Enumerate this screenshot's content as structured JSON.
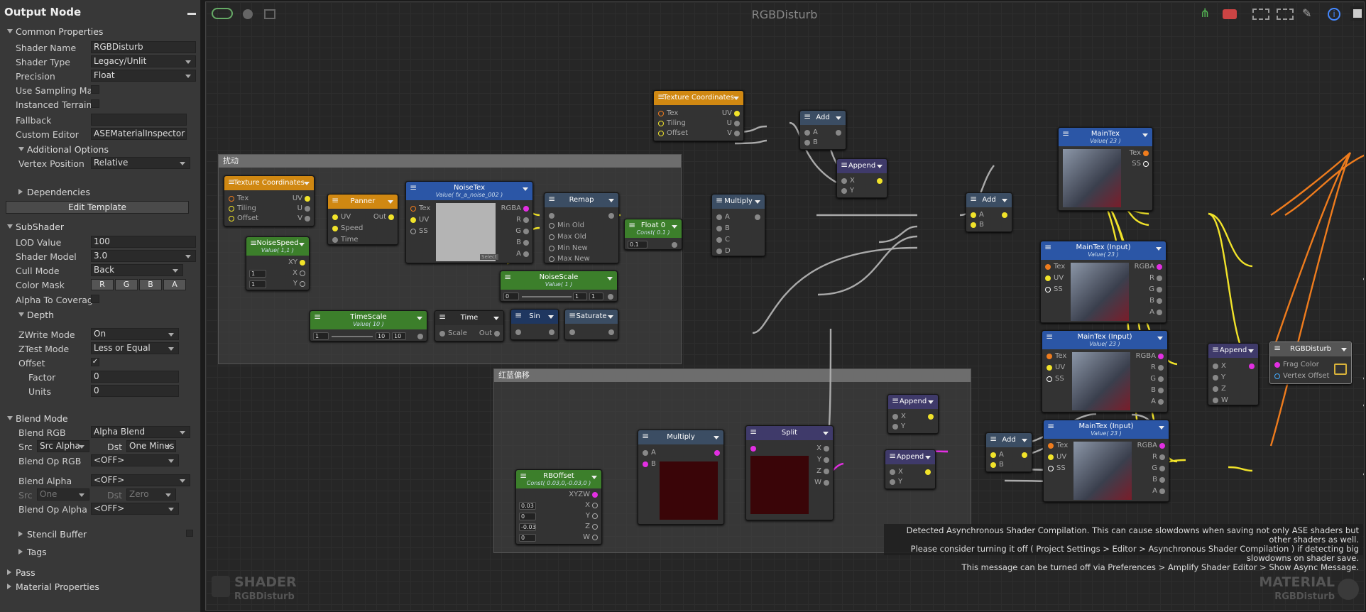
{
  "panel": {
    "title": "Output Node",
    "common": "Common Properties",
    "shader_name_l": "Shader Name",
    "shader_name": "RGBDisturb",
    "shader_type_l": "Shader Type",
    "shader_type": "Legacy/Unlit",
    "precision_l": "Precision",
    "precision": "Float",
    "sampling_l": "Use Sampling Mac",
    "instanced_l": "Instanced Terrain",
    "fallback_l": "Fallback",
    "custom_editor_l": "Custom Editor",
    "custom_editor": "ASEMaterialInspector",
    "additional": "Additional Options",
    "vertex_pos_l": "Vertex Position",
    "vertex_pos": "Relative",
    "dependencies": "Dependencies",
    "edit_template": "Edit Template",
    "subshader": "SubShader",
    "lod_l": "LOD Value",
    "lod": "100",
    "shader_model_l": "Shader Model",
    "shader_model": "3.0",
    "cull_l": "Cull Mode",
    "cull": "Back",
    "colormask_l": "Color Mask",
    "cm": [
      "R",
      "G",
      "B",
      "A"
    ],
    "alpha_cov_l": "Alpha To Coverage",
    "depth": "Depth",
    "zwrite_l": "ZWrite Mode",
    "zwrite": "On",
    "ztest_l": "ZTest Mode",
    "ztest": "Less or Equal",
    "offset_l": "Offset",
    "offset_check": "✓",
    "factor_l": "Factor",
    "factor": "0",
    "units_l": "Units",
    "units": "0",
    "blend_mode": "Blend Mode",
    "blend_rgb_l": "Blend RGB",
    "blend_rgb": "Alpha Blend",
    "src_l": "Src",
    "src": "Src Alpha",
    "dst_l": "Dst",
    "dst": "One Minus",
    "blend_op_rgb_l": "Blend Op RGB",
    "blend_op_rgb": "<OFF>",
    "blend_alpha_l": "Blend Alpha",
    "blend_alpha": "<OFF>",
    "src2": "One",
    "dst2": "Zero",
    "blend_op_alpha_l": "Blend Op Alpha",
    "blend_op_alpha": "<OFF>",
    "stencil": "Stencil Buffer",
    "tags": "Tags",
    "pass": "Pass",
    "material_props": "Material Properties"
  },
  "canvas": {
    "title": "RGBDisturb",
    "group1": "扰动",
    "group2": "红蓝偏移",
    "wm_shader": "SHADER",
    "wm_shader_sub": "RGBDisturb",
    "wm_material": "MATERIAL",
    "wm_material_sub": "RGBDisturb",
    "message": [
      "Detected Asynchronous Shader Compilation. This can cause slowdowns when saving not only ASE shaders but other shaders as well.",
      "Please consider turning it off ( Project Settings > Editor > Asynchronous Shader Compilation ) if detecting big slowdowns on shader save.",
      "This message can be turned off via Preferences > Amplify Shader Editor > Show Async Message."
    ],
    "nodes": {
      "tc1": {
        "title": "Texture Coordinates",
        "p": [
          "Tex",
          "Tiling",
          "Offset",
          "UV",
          "U",
          "V"
        ]
      },
      "add1": {
        "title": "Add",
        "p": [
          "A",
          "B"
        ]
      },
      "append1": {
        "title": "Append",
        "p": [
          "X",
          "Y"
        ]
      },
      "tc2": {
        "title": "Texture Coordinates",
        "p": [
          "Tex",
          "Tiling",
          "Offset",
          "UV",
          "U",
          "V"
        ]
      },
      "panner": {
        "title": "Panner",
        "p": [
          "UV",
          "Speed",
          "Time",
          "Out"
        ]
      },
      "noisetex": {
        "title": "NoiseTex",
        "sub": "Value( fx_a_noise_002 )",
        "p": [
          "Tex",
          "UV",
          "SS",
          "RGBA",
          "R",
          "G",
          "B",
          "A"
        ],
        "sel": "Select"
      },
      "remap": {
        "title": "Remap",
        "p": [
          "Min Old",
          "Max Old",
          "Min New",
          "Max New"
        ]
      },
      "float0": {
        "title": "Float 0",
        "sub": "Const( 0.1 )",
        "v": "0.1"
      },
      "multiply1": {
        "title": "Multiply",
        "p": [
          "A",
          "B",
          "C",
          "D"
        ]
      },
      "noisespeed": {
        "title": "NoiseSpeed",
        "sub": "Value( 1,1 )",
        "p": [
          "XY",
          "X",
          "Y"
        ],
        "v": [
          "1",
          "1"
        ]
      },
      "noisescale": {
        "title": "NoiseScale",
        "sub": "Value( 1 )",
        "v": [
          "0",
          "1",
          "1"
        ]
      },
      "timescale": {
        "title": "TimeScale",
        "sub": "Value( 10 )",
        "v": [
          "1",
          "10",
          "10"
        ]
      },
      "time": {
        "title": "Time",
        "p": [
          "Scale",
          "Out"
        ]
      },
      "sin": {
        "title": "Sin"
      },
      "saturate": {
        "title": "Saturate"
      },
      "add2": {
        "title": "Add",
        "p": [
          "A",
          "B"
        ]
      },
      "maintex": {
        "title": "MainTex",
        "sub": "Value( 23 )",
        "p": [
          "Tex",
          "SS"
        ]
      },
      "mt1": {
        "title": "MainTex (Input)",
        "sub": "Value( 23 )",
        "p": [
          "Tex",
          "UV",
          "SS",
          "RGBA",
          "R",
          "G",
          "B",
          "A"
        ]
      },
      "mt2": {
        "title": "MainTex (Input)",
        "sub": "Value( 23 )",
        "p": [
          "Tex",
          "UV",
          "SS",
          "RGBA",
          "R",
          "G",
          "B",
          "A"
        ]
      },
      "mt3": {
        "title": "MainTex (Input)",
        "sub": "Value( 23 )",
        "p": [
          "Tex",
          "UV",
          "SS",
          "RGBA",
          "R",
          "G",
          "B",
          "A"
        ]
      },
      "append2": {
        "title": "Append",
        "p": [
          "X",
          "Y",
          "Z",
          "W"
        ]
      },
      "output": {
        "title": "RGBDisturb",
        "p": [
          "Frag Color",
          "Vertex Offset"
        ]
      },
      "append3": {
        "title": "Append",
        "p": [
          "X",
          "Y"
        ]
      },
      "append4": {
        "title": "Append",
        "p": [
          "X",
          "Y"
        ]
      },
      "add3": {
        "title": "Add",
        "p": [
          "A",
          "B"
        ]
      },
      "multiply2": {
        "title": "Multiply",
        "p": [
          "A",
          "B"
        ]
      },
      "split": {
        "title": "Split",
        "p": [
          "X",
          "Y",
          "Z",
          "W"
        ]
      },
      "rboffset": {
        "title": "RBOffset",
        "sub": "Const( 0.03,0,-0.03,0 )",
        "p": [
          "XYZW",
          "X",
          "Y",
          "Z",
          "W"
        ],
        "v": [
          "0.03",
          "0",
          "-0.03",
          "0"
        ]
      }
    }
  }
}
